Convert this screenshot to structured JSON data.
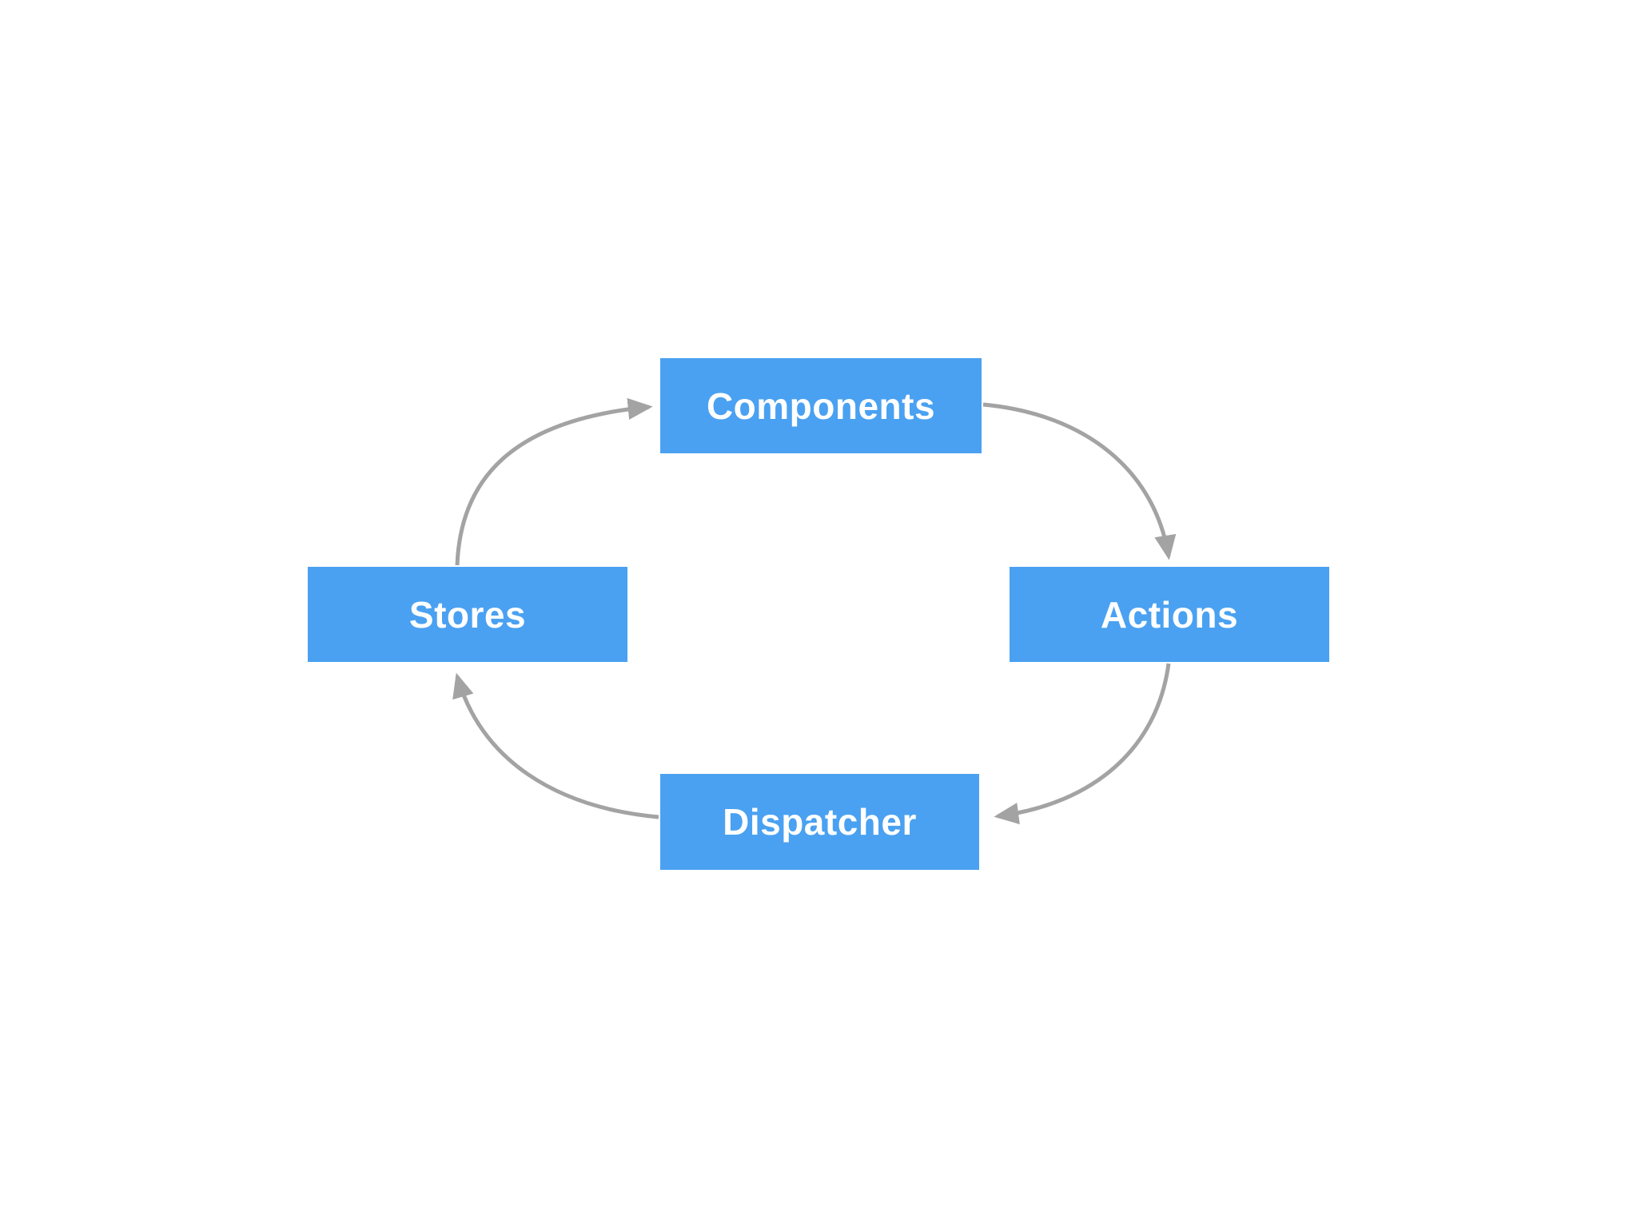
{
  "diagram": {
    "type": "cycle-flow-diagram",
    "nodes": [
      {
        "id": "components",
        "label": "Components"
      },
      {
        "id": "actions",
        "label": "Actions"
      },
      {
        "id": "dispatcher",
        "label": "Dispatcher"
      },
      {
        "id": "stores",
        "label": "Stores"
      }
    ],
    "edges": [
      {
        "from": "components",
        "to": "actions"
      },
      {
        "from": "actions",
        "to": "dispatcher"
      },
      {
        "from": "dispatcher",
        "to": "stores"
      },
      {
        "from": "stores",
        "to": "components"
      }
    ],
    "colors": {
      "node_fill": "#4aa1f1",
      "node_text": "#ffffff",
      "arrow": "#a3a3a3",
      "background": "#ffffff"
    }
  }
}
